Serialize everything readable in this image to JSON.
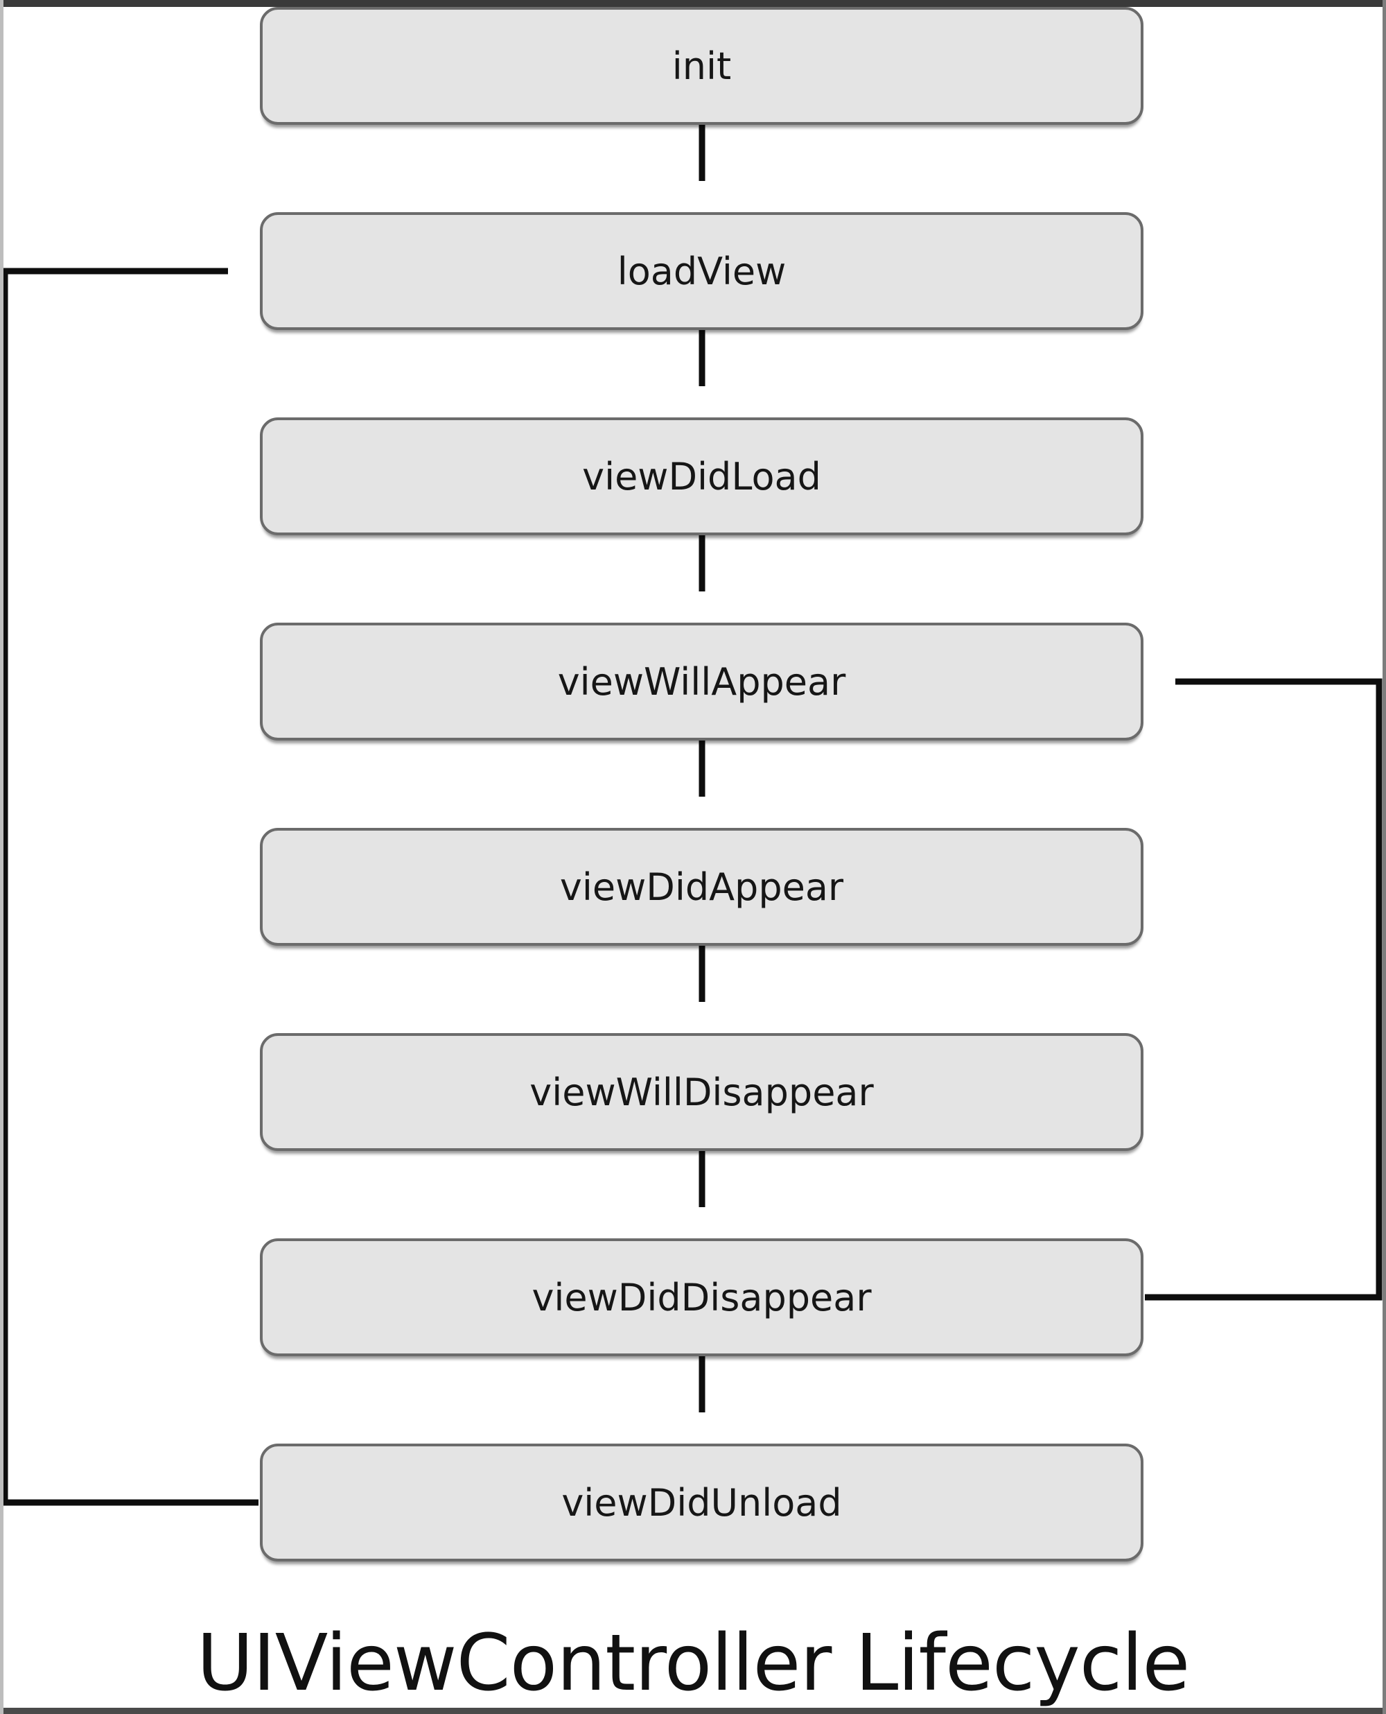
{
  "diagram": {
    "title": "UIViewController Lifecycle",
    "nodes": [
      {
        "id": "init",
        "label": "init"
      },
      {
        "id": "loadView",
        "label": "loadView"
      },
      {
        "id": "viewDidLoad",
        "label": "viewDidLoad"
      },
      {
        "id": "viewWillAppear",
        "label": "viewWillAppear"
      },
      {
        "id": "viewDidAppear",
        "label": "viewDidAppear"
      },
      {
        "id": "viewWillDisappear",
        "label": "viewWillDisappear"
      },
      {
        "id": "viewDidDisappear",
        "label": "viewDidDisappear"
      },
      {
        "id": "viewDidUnload",
        "label": "viewDidUnload"
      }
    ],
    "edges": [
      {
        "from": "init",
        "to": "loadView",
        "style": "straight-down-arrow"
      },
      {
        "from": "loadView",
        "to": "viewDidLoad",
        "style": "straight-down-arrow"
      },
      {
        "from": "viewDidLoad",
        "to": "viewWillAppear",
        "style": "straight-down-arrow"
      },
      {
        "from": "viewWillAppear",
        "to": "viewDidAppear",
        "style": "straight-down-arrow"
      },
      {
        "from": "viewDidAppear",
        "to": "viewWillDisappear",
        "style": "straight-down-arrow"
      },
      {
        "from": "viewWillDisappear",
        "to": "viewDidDisappear",
        "style": "straight-down-arrow"
      },
      {
        "from": "viewDidDisappear",
        "to": "viewDidUnload",
        "style": "straight-down-arrow"
      },
      {
        "from": "viewDidDisappear",
        "to": "viewWillAppear",
        "style": "feedback-loop-right-edge"
      },
      {
        "from": "viewDidUnload",
        "to": "loadView",
        "style": "feedback-loop-left-edge"
      }
    ],
    "colors": {
      "node_fill": "#e4e4e4",
      "node_border": "#6b6b6b",
      "connector": "#0d0d0d",
      "text": "#161616",
      "background": "#ffffff"
    }
  }
}
